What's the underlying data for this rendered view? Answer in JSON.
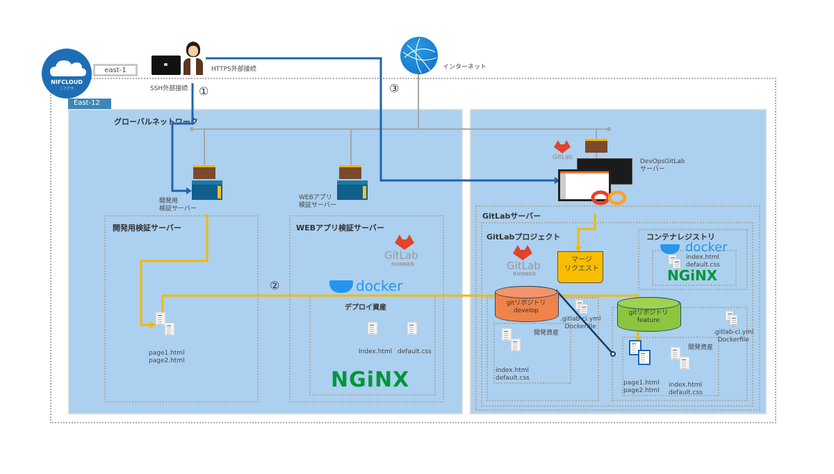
{
  "header": {
    "provider": "NIFCLOUD",
    "provider_sub": "ニフクラ",
    "region": "east-1",
    "zone": "East-12",
    "internet_label": "インターネット",
    "https_label": "HTTPS外部接続",
    "ssh_label": "SSH外部接続"
  },
  "steps": [
    "①",
    "②",
    "③"
  ],
  "left_zone": {
    "title": "グローバルネットワーク",
    "dev_server_label": "開発用\n検証サーバー",
    "web_server_label": "WEBアプリ\n検証サーバー",
    "dev_box": {
      "title": "開発用検証サーバー",
      "files": "page1.html\npage2.html"
    },
    "web_box": {
      "title": "WEBアプリ検証サーバー",
      "runner": "GitLab",
      "runner_sub": "RUNNER",
      "docker": "docker",
      "deploy_title": "デプロイ資産",
      "file1": "Index.html",
      "file2": "default.css",
      "nginx": "NGiNX"
    }
  },
  "right_zone": {
    "gitlab_logo": "GitLab",
    "devops_label": "DevOpsGitLab\nサーバー",
    "gitlab_server": {
      "title": "GitLabサーバー",
      "project": {
        "title": "GitLabプロジェクト",
        "runner": "GitLab",
        "runner_sub": "RUNNER",
        "merge_request": "マージ\nリクエスト",
        "repo_develop": "gitリポジトリ\ndevelop",
        "repo_feature": "gitリポジトリ\nfeature",
        "ci_files_develop": ".gitlab-ci.yml\nDockerfile",
        "ci_files_feature": ".gitlab-ci.yml\nDockerfile",
        "dev_assets_title": "開発資産",
        "dev_assets_files": "index.html\ndefault.css",
        "feature_assets_title": "開発資産",
        "feature_pages": "page1.html\npage2.html",
        "feature_files": "index.html\ndefault.css"
      },
      "registry": {
        "title": "コンテナレジストリ",
        "docker": "docker",
        "files": "index.html\ndefault.css",
        "nginx": "NGiNX"
      }
    }
  },
  "colors": {
    "zone_bg": "#acd0ef",
    "ssh_https_line": "#1e63b0",
    "flow_line": "#f5b800",
    "network_line": "#a6a6a6",
    "server_body": "#0f5f8a",
    "repo_develop": "#f0834a",
    "repo_feature": "#8cc63f",
    "nginx": "#009639",
    "docker": "#2496ed",
    "gitlab_orange": "#e24329"
  }
}
